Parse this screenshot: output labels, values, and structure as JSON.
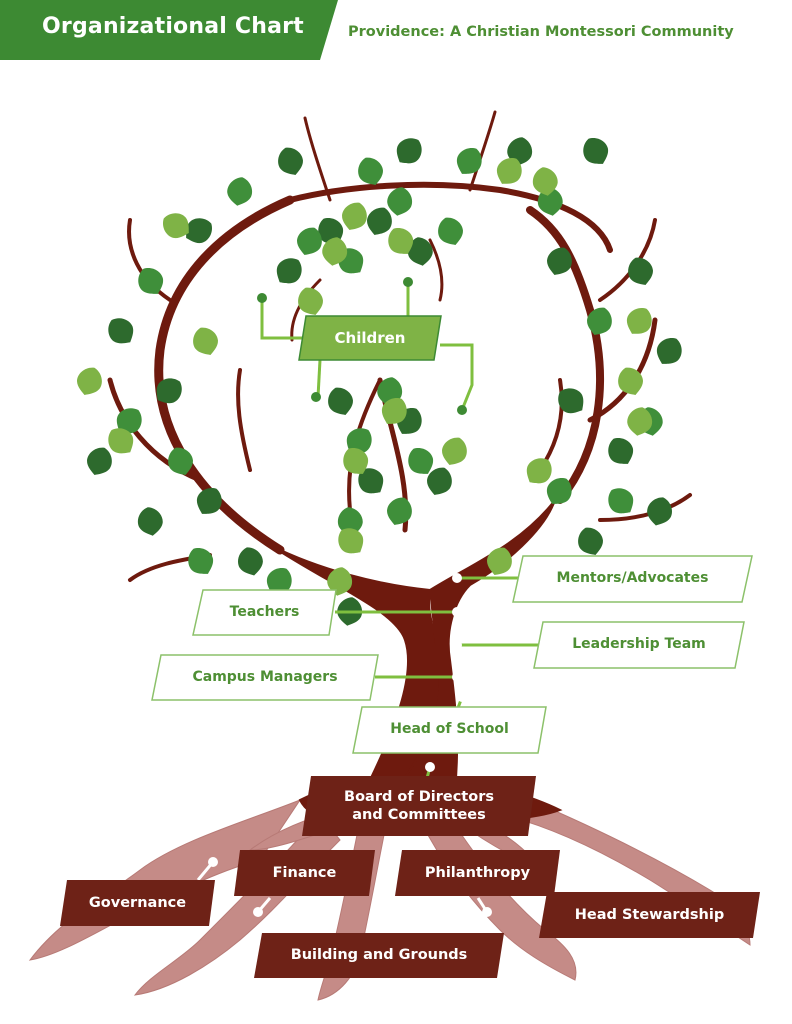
{
  "header": {
    "title": "Organizational Chart",
    "subtitle": "Providence: A Christian Montessori Community"
  },
  "nodes": {
    "children": "Children",
    "mentors": "Mentors/Advocates",
    "teachers": "Teachers",
    "leadership": "Leadership Team",
    "campus_managers": "Campus Managers",
    "head_of_school": "Head of School",
    "board_line1": "Board of Directors",
    "board_line2": "and Committees",
    "finance": "Finance",
    "philanthropy": "Philanthropy",
    "governance": "Governance",
    "head_stewardship": "Head Stewardship",
    "building_grounds": "Building and Grounds"
  },
  "colors": {
    "brand_green": "#3d8a33",
    "label_green": "#4e8f34",
    "trunk_brown": "#6e1a0e",
    "root_pink": "#c58b87",
    "root_box": "#6e2217",
    "leaf_dark": "#2d6a2d",
    "leaf_mid": "#3f8f3a",
    "leaf_light": "#7fb346"
  }
}
